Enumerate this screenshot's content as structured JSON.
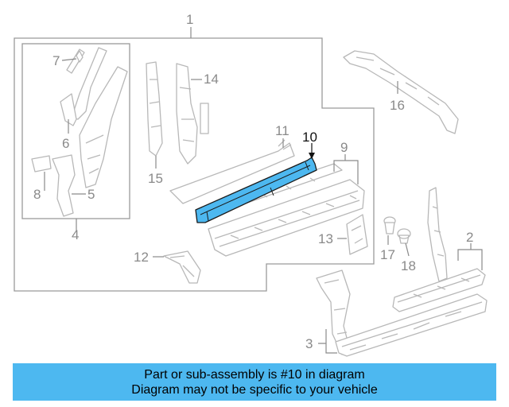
{
  "diagram": {
    "highlighted_part": "10",
    "highlight_color": "#4db8f0",
    "callouts": {
      "c1": "1",
      "c2": "2",
      "c3": "3",
      "c4": "4",
      "c5": "5",
      "c6": "6",
      "c7": "7",
      "c8": "8",
      "c9": "9",
      "c10": "10",
      "c11": "11",
      "c12": "12",
      "c13": "13",
      "c14": "14",
      "c15": "15",
      "c16": "16",
      "c17": "17",
      "c18": "18"
    }
  },
  "banner": {
    "line1": "Part or sub-assembly is #10 in diagram",
    "line2": "Diagram may not be specific to your vehicle",
    "color": "#4db8f0"
  }
}
